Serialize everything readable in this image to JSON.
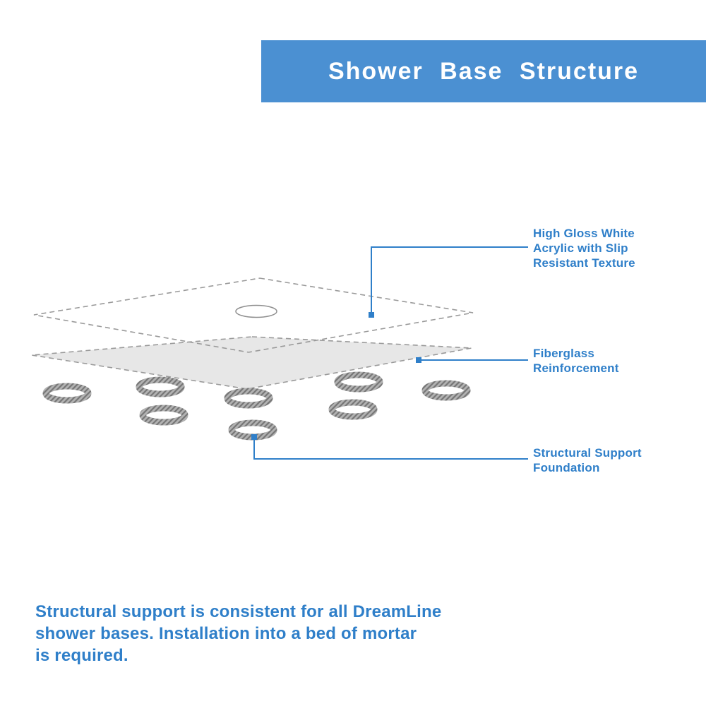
{
  "header": {
    "title": "Shower Base Structure"
  },
  "callouts": {
    "acrylic": {
      "lines": [
        "High Gloss White",
        "Acrylic with Slip",
        "Resistant Texture"
      ]
    },
    "fiberglass": {
      "lines": [
        "Fiberglass",
        "Reinforcement"
      ]
    },
    "foundation": {
      "lines": [
        "Structural Support",
        "Foundation"
      ]
    }
  },
  "footer": {
    "lines": [
      "Structural support is consistent for all DreamLine",
      "shower bases. Installation into a bed of mortar",
      "is required."
    ]
  },
  "colors": {
    "header_bg": "#4b90d2",
    "accent": "#2f7fc9",
    "layer_fill": "#e7e7e7",
    "dash_stroke": "#9a9a9a",
    "ring_base": "#b3b3b3",
    "ring_hatch": "#767676"
  }
}
